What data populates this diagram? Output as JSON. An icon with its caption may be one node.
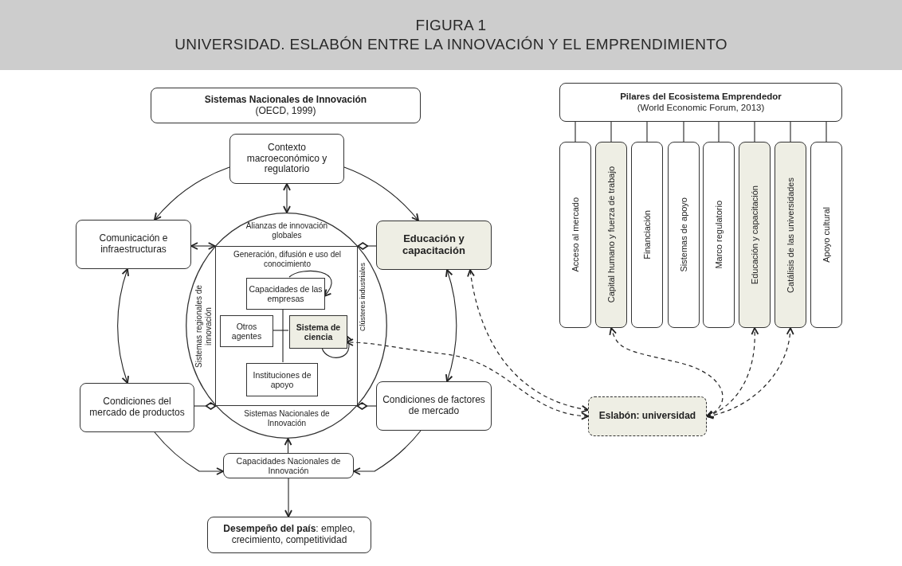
{
  "diagram": {
    "title": "UNIVERSIDAD. ESLABÓN ENTRE LA INNOVACIÓN Y EL EMPRENDIMIENTO",
    "nodes": [
      {
        "text": [
          "Sistemas Nacionales de Innovación",
          "(OECD, 1999)"
        ]
      },
      {
        "text": [
          "Contexto macroeconómico y regulatorio"
        ]
      },
      {
        "text": [
          "Comunicación e infraestructuras"
        ]
      },
      {
        "text": [
          "Educación y capacitación"
        ]
      },
      {
        "text": [
          "Condiciones del mercado de productos"
        ]
      },
      {
        "text": [
          "Condiciones de factores de mercado"
        ]
      },
      {
        "text": [
          "Alianzas de innovación globales",
          "Sistemas regionales de innovación",
          "Clústeres industriales",
          "Sistemas Nacionales de Innovación"
        ]
      },
      {
        "text": [
          "Generación, difusión e uso del conocimiento"
        ],
        "in": 6
      },
      {
        "text": [
          "Capacidades de las empresas"
        ],
        "in": 7
      },
      {
        "text": [
          "Otros agentes"
        ],
        "in": 7
      },
      {
        "text": [
          "Sistema de ciencia"
        ],
        "in": 7
      },
      {
        "text": [
          "Instituciones de apoyo"
        ],
        "in": 7
      },
      {
        "text": [
          "Capacidades Nacionales de Innovación"
        ]
      },
      {
        "text": [
          "**Desempeño del país**: empleo, crecimiento, competitividad"
        ]
      },
      {
        "text": [
          "Pilares del Ecosistema Emprendedor",
          "(World Economic Forum, 2013)"
        ]
      },
      {
        "text": [
          "Acceso al mercado"
        ]
      },
      {
        "text": [
          "Capital humano y fuerza de trabajo"
        ]
      },
      {
        "text": [
          "Financiación"
        ]
      },
      {
        "text": [
          "Sistemas de apoyo"
        ]
      },
      {
        "text": [
          "Marco regulatorio"
        ]
      },
      {
        "text": [
          "Educación y capacitación"
        ]
      },
      {
        "text": [
          "Catálisis de las universidades"
        ]
      },
      {
        "text": [
          "Apoyo cultural"
        ]
      },
      {
        "text": [
          "Eslabón: universidad"
        ]
      }
    ],
    "edges": [
      {
        "from": 1,
        "to": 2,
        "arrow": "to"
      },
      {
        "from": 1,
        "to": 3,
        "arrow": "to"
      },
      {
        "from": 2,
        "to": 4,
        "arrow": "both"
      },
      {
        "from": 3,
        "to": 5,
        "arrow": "both"
      },
      {
        "from": 4,
        "to": 12,
        "arrow": "to"
      },
      {
        "from": 5,
        "to": 12,
        "arrow": "to"
      },
      {
        "from": 1,
        "to": 6,
        "arrow": "both"
      },
      {
        "from": 2,
        "to": 6,
        "arrow": "both"
      },
      {
        "from": 3,
        "to": 6,
        "arrow": "other"
      },
      {
        "from": 4,
        "to": 6,
        "arrow": "other"
      },
      {
        "from": 5,
        "to": 6,
        "arrow": "other"
      },
      {
        "from": 12,
        "to": 6,
        "arrow": "to"
      },
      {
        "from": 12,
        "to": 13,
        "arrow": "to"
      },
      {
        "from": 8,
        "to": 8,
        "arrow": "to"
      },
      {
        "from": 10,
        "to": 10,
        "arrow": "to"
      },
      {
        "from": 8,
        "to": 11,
        "arrow": "none"
      },
      {
        "from": 9,
        "to": 10,
        "arrow": "none"
      },
      {
        "from": 23,
        "to": 3,
        "arrow": "both",
        "style": "dashed"
      },
      {
        "from": 23,
        "to": 10,
        "arrow": "both",
        "style": "dashed"
      },
      {
        "from": 23,
        "to": 16,
        "arrow": "both",
        "style": "dashed"
      },
      {
        "from": 23,
        "to": 20,
        "arrow": "both",
        "style": "dashed"
      },
      {
        "from": 23,
        "to": 21,
        "arrow": "both",
        "style": "dashed"
      },
      {
        "from": 14,
        "to": 15,
        "arrow": "none"
      },
      {
        "from": 14,
        "to": 16,
        "arrow": "none"
      },
      {
        "from": 14,
        "to": 17,
        "arrow": "none"
      },
      {
        "from": 14,
        "to": 18,
        "arrow": "none"
      },
      {
        "from": 14,
        "to": 19,
        "arrow": "none"
      },
      {
        "from": 14,
        "to": 20,
        "arrow": "none"
      },
      {
        "from": 14,
        "to": 21,
        "arrow": "none"
      },
      {
        "from": 14,
        "to": 22,
        "arrow": "none"
      }
    ],
    "labels": [
      "FIGURA 1"
    ]
  }
}
